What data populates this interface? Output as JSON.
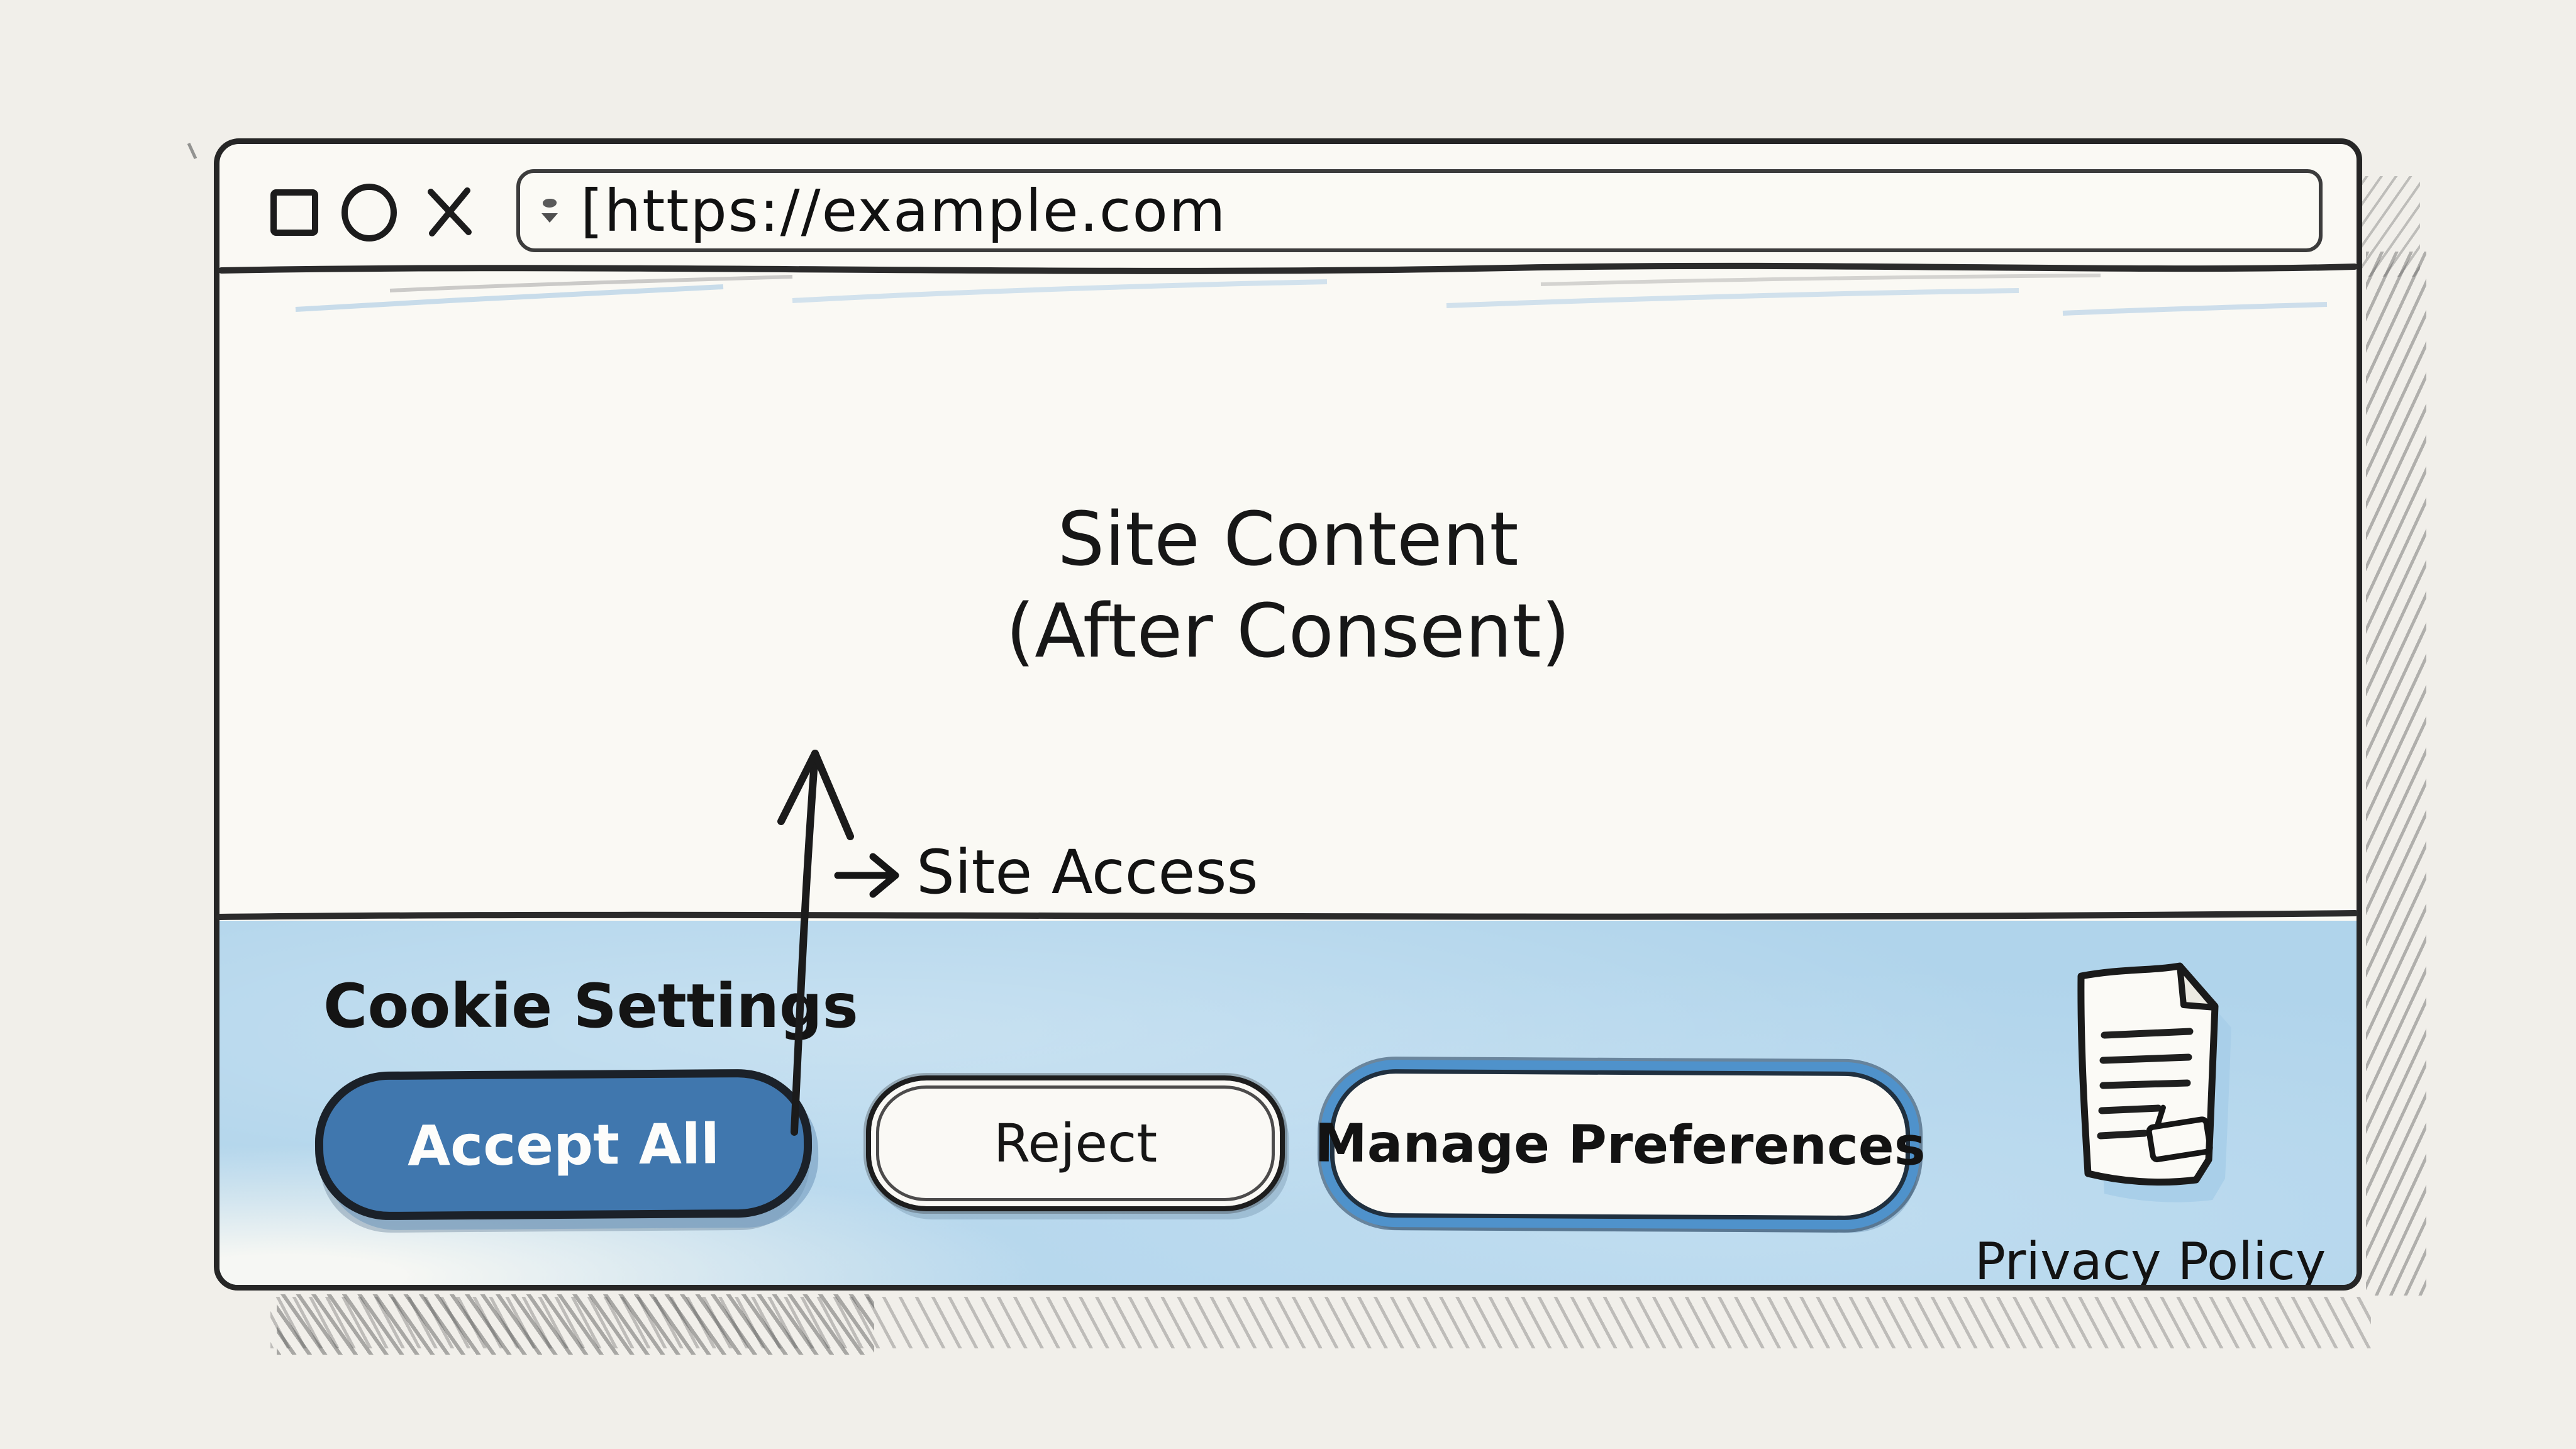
{
  "window": {
    "url": "[https://example.com",
    "controls": {
      "square": "square-window-icon",
      "circle": "circle-window-icon",
      "close": "close-icon"
    }
  },
  "content": {
    "title_line1": "Site Content",
    "title_line2": "(After Consent)"
  },
  "annotation": {
    "site_access_label": "Site Access"
  },
  "banner": {
    "title": "Cookie Settings",
    "buttons": [
      {
        "label": "Accept All",
        "style": "primary"
      },
      {
        "label": "Reject",
        "style": "secondary"
      },
      {
        "label": "Manage Preferences",
        "style": "outlined-blue"
      }
    ],
    "privacy_label": "Privacy Policy"
  },
  "colors": {
    "paper_background": "#f1efea",
    "window_background": "#faf9f4",
    "banner_blue": "#b0d4eb",
    "accent_blue": "#4077ae",
    "ring_blue": "#4f92cb",
    "ink": "#262626"
  }
}
